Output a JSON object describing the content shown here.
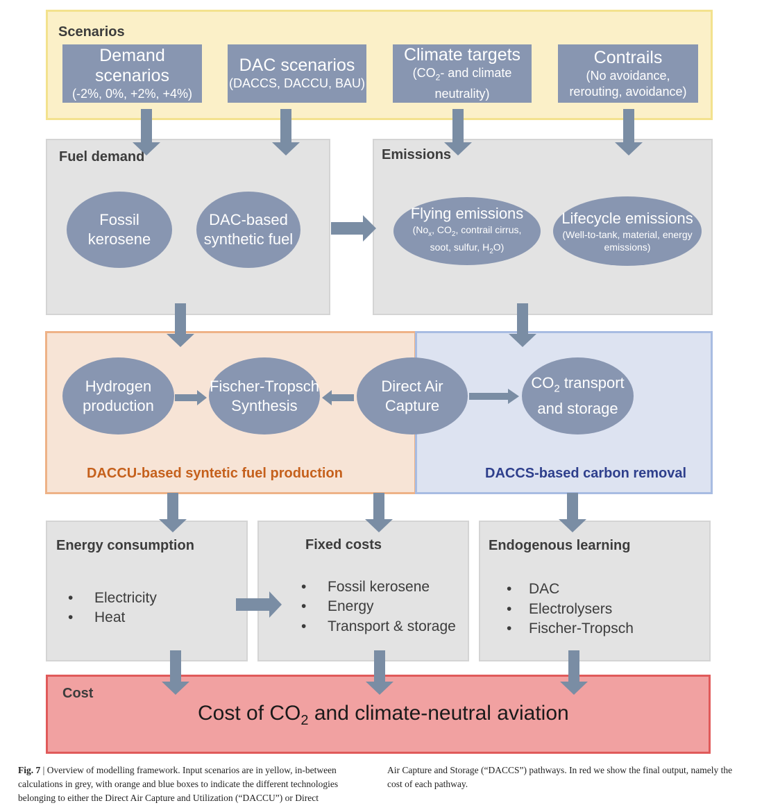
{
  "scenarios": {
    "title": "Scenarios",
    "boxes": [
      {
        "title": "Demand scenarios",
        "subtitle": "(-2%, 0%, +2%, +4%)"
      },
      {
        "title": "DAC scenarios",
        "subtitle": "(DACCS, DACCU, BAU)"
      },
      {
        "title": "Climate targets",
        "subtitle_a": "(CO",
        "subtitle_sub": "2",
        "subtitle_b": "- and climate",
        "subtitle_line2": "neutrality)"
      },
      {
        "title": "Contrails",
        "subtitle": "(No avoidance,",
        "subtitle_line2": "rerouting, avoidance)"
      }
    ]
  },
  "fuel_demand": {
    "title": "Fuel demand",
    "fossil": "Fossil kerosene",
    "dac_fuel_line1": "DAC-based",
    "dac_fuel_line2": "synthetic fuel"
  },
  "emissions": {
    "title": "Emissions",
    "flying_title": "Flying emissions",
    "flying_l1_a": "(No",
    "flying_l1_sub1": "x",
    "flying_l1_b": ", CO",
    "flying_l1_sub2": "2",
    "flying_l1_c": ", contrail cirrus,",
    "flying_l2_a": "soot, sulfur, H",
    "flying_l2_sub": "2",
    "flying_l2_b": "O)",
    "lifecycle_title": "Lifecycle emissions",
    "lifecycle_l1": "(Well-to-tank, material, energy",
    "lifecycle_l2": "emissions)"
  },
  "daccu": {
    "label": "DACCU-based syntetic fuel production",
    "label_color": "#c5601c",
    "hydrogen_l1": "Hydrogen",
    "hydrogen_l2": "production",
    "ft_l1": "Fischer-Tropsch",
    "ft_l2": "Synthesis",
    "dac_l1": "Direct Air",
    "dac_l2": "Capture"
  },
  "daccs": {
    "label": "DACCS-based carbon removal",
    "label_color": "#2e3f8c",
    "co2_a": "CO",
    "co2_sub": "2",
    "co2_b": " transport",
    "co2_l2": "and storage"
  },
  "energy": {
    "title": "Energy consumption",
    "items": [
      "Electricity",
      "Heat"
    ]
  },
  "fixed_costs": {
    "title": "Fixed costs",
    "items": [
      "Fossil kerosene",
      "Energy",
      "Transport & storage"
    ]
  },
  "learning": {
    "title": "Endogenous learning",
    "items": [
      "DAC",
      "Electrolysers",
      "Fischer-Tropsch"
    ]
  },
  "cost": {
    "title": "Cost",
    "main_a": "Cost of CO",
    "main_sub": "2",
    "main_b": " and climate-neutral aviation"
  },
  "caption": {
    "fig_label": "Fig. 7",
    "sep": " | ",
    "left": "Overview of modelling framework. Input scenarios are in yellow, in-between calculations in grey, with orange and blue boxes to indicate the different technologies belonging to either the Direct Air Capture and Utilization (“DACCU”) or Direct",
    "right": "Air Capture and Storage (“DACCS”) pathways. In red we show the final output, namely the cost of each pathway."
  },
  "colors": {
    "arrow": "#7a8da4",
    "box": "#8896b1"
  }
}
